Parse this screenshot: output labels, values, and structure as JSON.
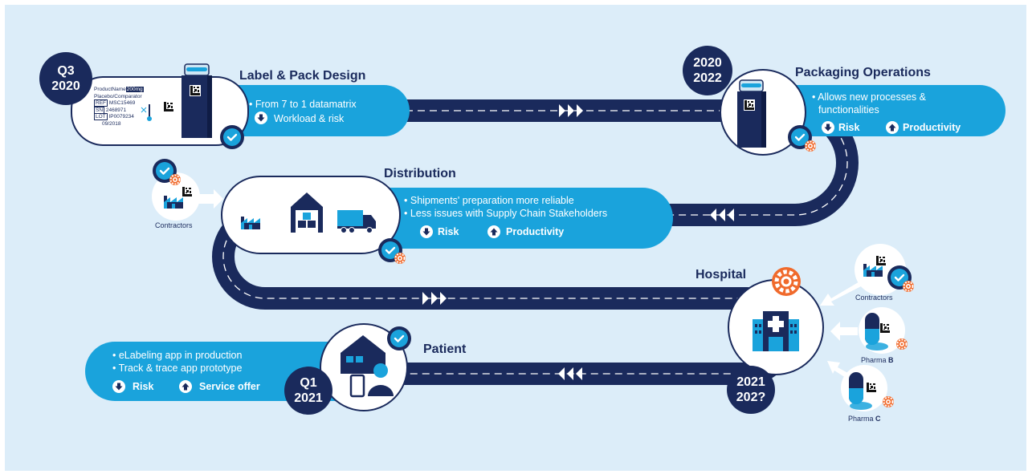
{
  "colors": {
    "navy": "#1a2a5c",
    "cyan": "#1aa3dc",
    "orange": "#f06a2c",
    "background": "#dcedf9"
  },
  "stages": {
    "label_pack": {
      "title": "Label & Pack Design",
      "date_line1": "Q3",
      "date_line2": "2020",
      "bullets": [
        "From 7 to 1 datamatrix"
      ],
      "indicator_text": "Workload & risk",
      "label_card": {
        "product_name_label": "ProductName",
        "product_name_value": "200mg",
        "line2": "Placebo/Comparator",
        "ref_label": "REF",
        "ref_value": "MSC15469",
        "sn_label": "SN",
        "sn_value": "2468971",
        "lot_label": "LOT",
        "lot_value": "IP0079234",
        "expiry": "09/2018"
      }
    },
    "packaging": {
      "title": "Packaging Operations",
      "date_line1": "2020",
      "date_line2": "2022",
      "bullets": [
        "Allows new processes &",
        "functionalities"
      ],
      "risk_label": "Risk",
      "productivity_label": "Productivity"
    },
    "distribution": {
      "title": "Distribution",
      "bullets": [
        "Shipments' preparation more reliable",
        "Less issues with Supply Chain Stakeholders"
      ],
      "risk_label": "Risk",
      "productivity_label": "Productivity",
      "contractors_label": "Contractors"
    },
    "hospital": {
      "title": "Hospital",
      "date_line1": "2021",
      "date_line2": "202?",
      "contractors_label": "Contractors",
      "pharma_b_prefix": "Pharma",
      "pharma_b_letter": "B",
      "pharma_c_prefix": "Pharma",
      "pharma_c_letter": "C"
    },
    "patient": {
      "title": "Patient",
      "date_line1": "Q1",
      "date_line2": "2021",
      "bullets": [
        "eLabeling app in production",
        "Track & trace app prototype"
      ],
      "risk_label": "Risk",
      "service_label": "Service offer"
    }
  }
}
